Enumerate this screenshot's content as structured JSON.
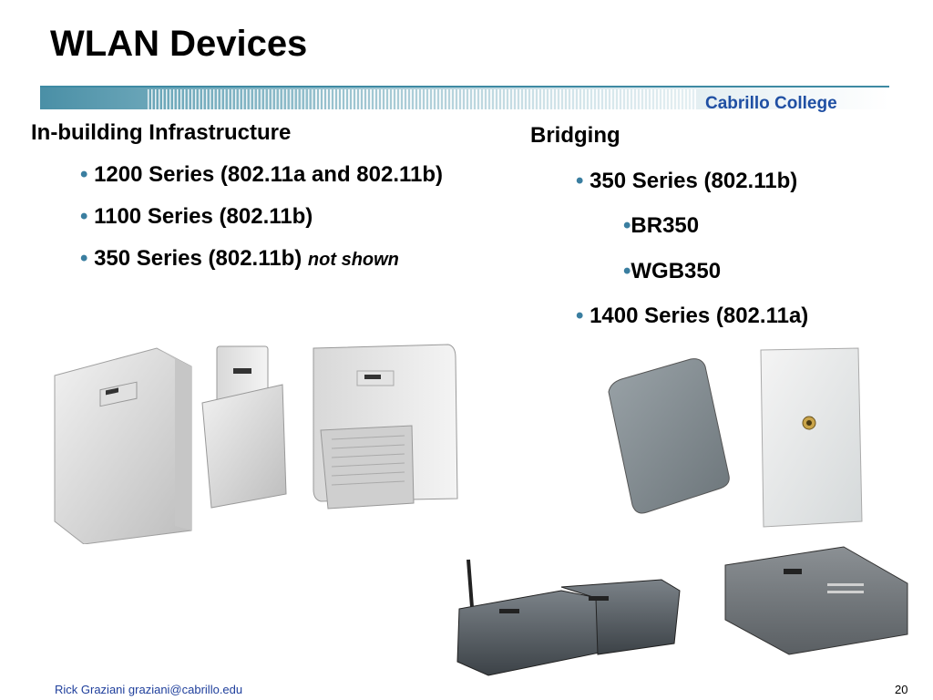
{
  "slide": {
    "title": "WLAN Devices",
    "brand": "Cabrillo College",
    "left": {
      "heading": "In-building Infrastructure",
      "items": [
        {
          "text": "1200 Series (802.11a and 802.11b)"
        },
        {
          "text": "1100 Series (802.11b)"
        },
        {
          "text": "350 Series (802.11b)",
          "note": "not shown"
        }
      ]
    },
    "right": {
      "heading": "Bridging",
      "items": [
        {
          "text": "350 Series (802.11b)"
        },
        {
          "text": "BR350"
        },
        {
          "text": "WGB350"
        },
        {
          "text": "1400 Series (802.11a)"
        }
      ]
    },
    "bullet": "•",
    "footer": "Rick Graziani  graziani@cabrillo.edu",
    "page_number": "20"
  }
}
